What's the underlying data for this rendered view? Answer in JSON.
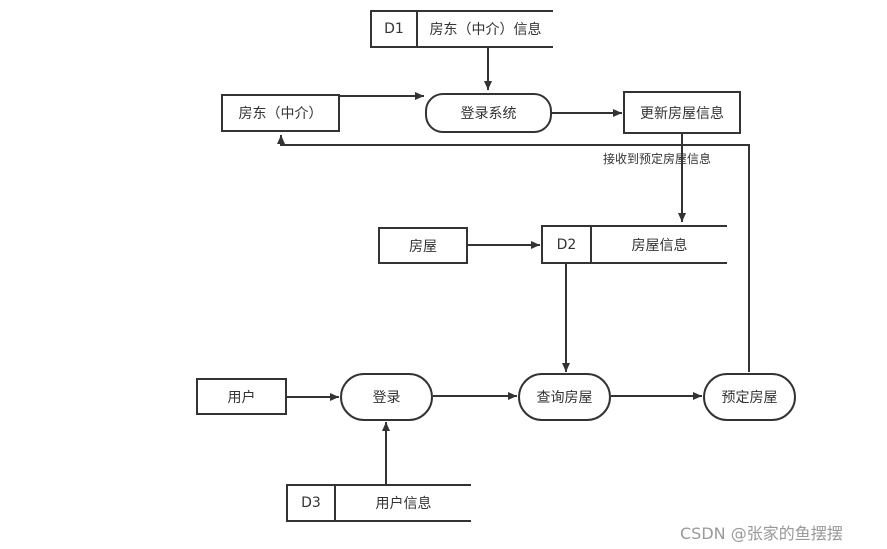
{
  "stores": {
    "d1": {
      "id": "D1",
      "name": "房东（中介）信息"
    },
    "d2": {
      "id": "D2",
      "name": "房屋信息"
    },
    "d3": {
      "id": "D3",
      "name": "用户信息"
    }
  },
  "entities": {
    "landlord": "房东（中介）",
    "house": "房屋",
    "user": "用户"
  },
  "processes": {
    "login_system": "登录系统",
    "update_house": "更新房屋信息",
    "login": "登录",
    "query_house": "查询房屋",
    "book_house": "预定房屋"
  },
  "labels": {
    "receive_booking": "接收到预定房屋信息"
  },
  "watermark": "CSDN @张家的鱼摆摆"
}
